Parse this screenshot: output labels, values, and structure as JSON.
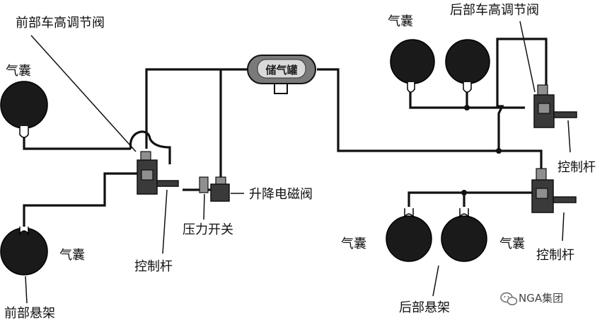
{
  "labels": {
    "front_height_valve": "前部车高调节阀",
    "rear_height_valve": "后部车高调节阀",
    "airbag": "气囊",
    "air_tank": "储气罐",
    "control_rod": "控制杆",
    "solenoid_valve": "升降电磁阀",
    "pressure_switch": "压力开关",
    "front_suspension": "前部悬架",
    "rear_suspension": "后部悬架"
  },
  "watermark": "NGA集团"
}
